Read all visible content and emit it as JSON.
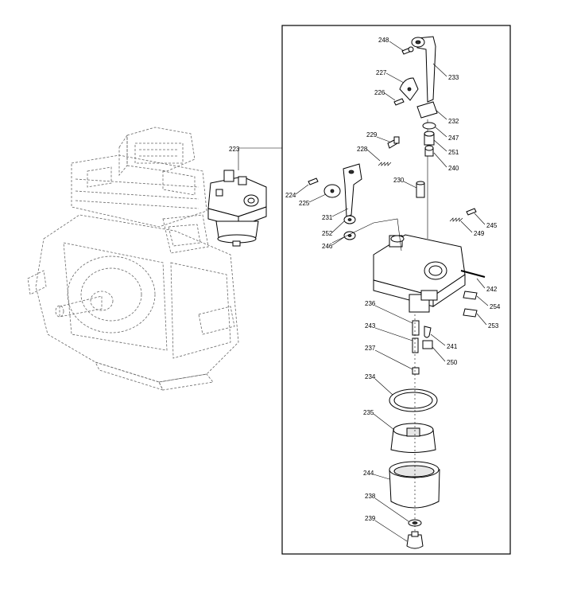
{
  "diagram": {
    "assembly_label": "223",
    "callouts": [
      {
        "id": "248",
        "label": "248"
      },
      {
        "id": "233",
        "label": "233"
      },
      {
        "id": "227",
        "label": "227"
      },
      {
        "id": "226",
        "label": "226"
      },
      {
        "id": "232",
        "label": "232"
      },
      {
        "id": "247",
        "label": "247"
      },
      {
        "id": "229",
        "label": "229"
      },
      {
        "id": "228",
        "label": "228"
      },
      {
        "id": "251",
        "label": "251"
      },
      {
        "id": "240",
        "label": "240"
      },
      {
        "id": "230",
        "label": "230"
      },
      {
        "id": "224",
        "label": "224"
      },
      {
        "id": "225",
        "label": "225"
      },
      {
        "id": "231",
        "label": "231"
      },
      {
        "id": "252",
        "label": "252"
      },
      {
        "id": "246",
        "label": "246"
      },
      {
        "id": "245",
        "label": "245"
      },
      {
        "id": "249",
        "label": "249"
      },
      {
        "id": "242",
        "label": "242"
      },
      {
        "id": "254",
        "label": "254"
      },
      {
        "id": "236",
        "label": "236"
      },
      {
        "id": "253",
        "label": "253"
      },
      {
        "id": "243",
        "label": "243"
      },
      {
        "id": "241",
        "label": "241"
      },
      {
        "id": "250",
        "label": "250"
      },
      {
        "id": "237",
        "label": "237"
      },
      {
        "id": "234",
        "label": "234"
      },
      {
        "id": "235",
        "label": "235"
      },
      {
        "id": "244",
        "label": "244"
      },
      {
        "id": "238",
        "label": "238"
      },
      {
        "id": "239",
        "label": "239"
      }
    ]
  }
}
